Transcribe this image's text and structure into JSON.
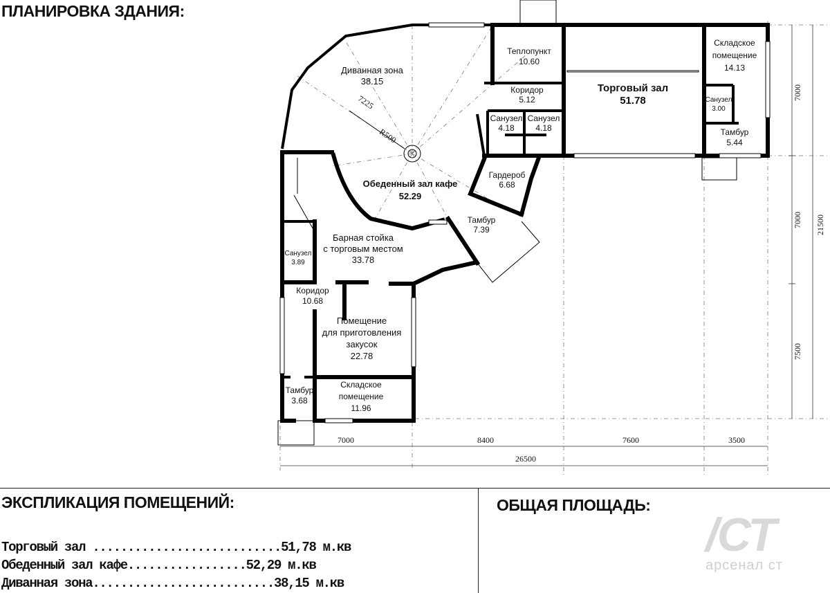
{
  "plan": {
    "title": "ПЛАНИРОВКА ЗДАНИЯ:",
    "rooms": [
      {
        "name": "Торговый зал",
        "area": "51.78"
      },
      {
        "name": "Складское помещение",
        "area": "14.13"
      },
      {
        "name": "Теплопункт",
        "area": "10.60"
      },
      {
        "name": "Диванная зона",
        "area": "38.15"
      },
      {
        "name": "Коридор",
        "area": "5.12"
      },
      {
        "name": "Санузел",
        "area": "4.18"
      },
      {
        "name": "Санузел",
        "area": "4.18"
      },
      {
        "name": "Санузел",
        "area": "3.00"
      },
      {
        "name": "Тамбур",
        "area": "5.44"
      },
      {
        "name": "Обеденный зал кафе",
        "area": "52.29"
      },
      {
        "name": "Гардероб",
        "area": "6.68"
      },
      {
        "name": "Тамбур",
        "area": "7.39"
      },
      {
        "name": "Барная стойка с торговым местом",
        "area": "33.78"
      },
      {
        "name": "Санузел",
        "area": "3.89"
      },
      {
        "name": "Коридор",
        "area": "10.68"
      },
      {
        "name": "Помещение для приготовления закусок",
        "area": "22.78"
      },
      {
        "name": "Тамбур",
        "area": "3.68"
      },
      {
        "name": "Складское помещение",
        "area": "11.96"
      }
    ],
    "dims_bottom": [
      "7000",
      "8400",
      "7600",
      "3500"
    ],
    "dim_total_bottom": "26500",
    "dims_right": [
      "7000",
      "7000",
      "7500"
    ],
    "dim_total_right": "21500",
    "radius_labels": [
      "7225",
      "R500"
    ]
  },
  "explication": {
    "title": "ЭКСПЛИКАЦИЯ ПОМЕЩЕНИЙ:",
    "rows": [
      "Торговый зал ...........................51,78  м.кв",
      "Обеденный зал кафе.................52,29  м.кв",
      "Диванная зона..........................38,15 м.кв"
    ]
  },
  "total_area": {
    "title": "ОБЩАЯ ПЛОЩАДЬ:"
  },
  "logo": {
    "mark": "/СТ",
    "text": "арсенал ст"
  }
}
